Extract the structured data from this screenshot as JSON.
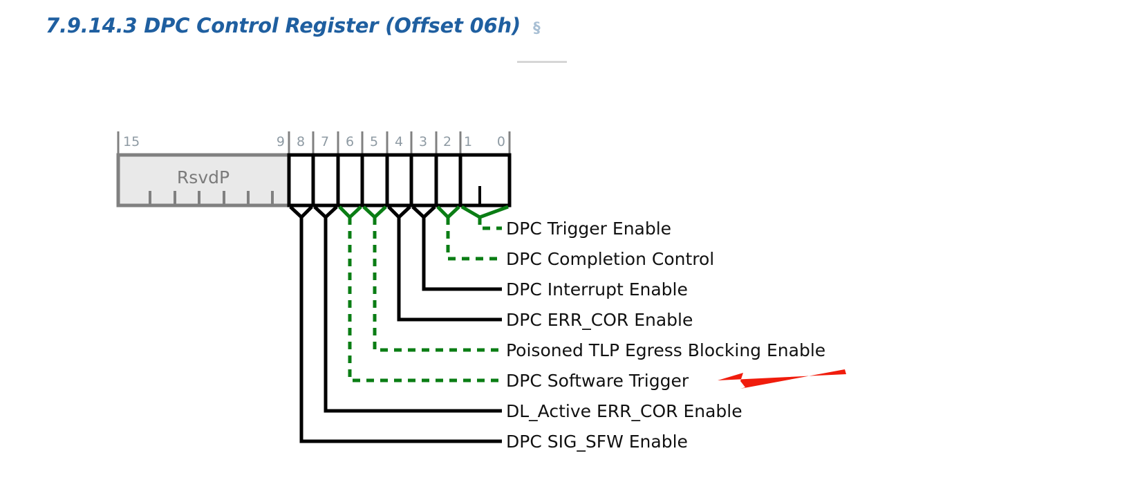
{
  "heading": {
    "title": "7.9.14.3 DPC Control Register (Offset 06h)",
    "anchor_glyph": "§",
    "title_color": "#1f5fa0",
    "anchor_color": "#a8bfd4"
  },
  "register": {
    "name": "DPC Control Register",
    "offset": "06h",
    "width_bits": 16,
    "reserved_field": {
      "label": "RsvdP",
      "bit_high": 15,
      "bit_low": 9,
      "fill_color": "#e9e9e9",
      "border_color": "#808080",
      "text_color": "#7b7b7b"
    },
    "bit_labels": [
      "15",
      "9",
      "8",
      "7",
      "6",
      "5",
      "4",
      "3",
      "2",
      "1",
      "0"
    ],
    "scale_color": "#808080",
    "cell_border_color": "#000000"
  },
  "colors": {
    "green": "#0a7d14",
    "black": "#000000",
    "arrow_red": "#f01c0c",
    "gray": "#808080",
    "light_gray": "#e9e9e9"
  },
  "callouts": [
    {
      "label": "DPC Trigger Enable",
      "bit": "0",
      "style": "green-dashed"
    },
    {
      "label": "DPC Completion Control",
      "bit": "2",
      "style": "green-dashed"
    },
    {
      "label": "DPC Interrupt Enable",
      "bit": "3",
      "style": "black-solid"
    },
    {
      "label": "DPC ERR_COR Enable",
      "bit": "4",
      "style": "black-solid"
    },
    {
      "label": "Poisoned TLP Egress Blocking Enable",
      "bit": "5",
      "style": "green-dashed"
    },
    {
      "label": "DPC Software Trigger",
      "bit": "6",
      "style": "green-dashed"
    },
    {
      "label": "DL_Active ERR_COR Enable",
      "bit": "7",
      "style": "black-solid"
    },
    {
      "label": "DPC SIG_SFW Enable",
      "bit": "8",
      "style": "black-solid"
    }
  ],
  "annotation": {
    "type": "arrow",
    "direction": "left",
    "color": "#f01c0c",
    "points_at": "DPC Software Trigger"
  }
}
